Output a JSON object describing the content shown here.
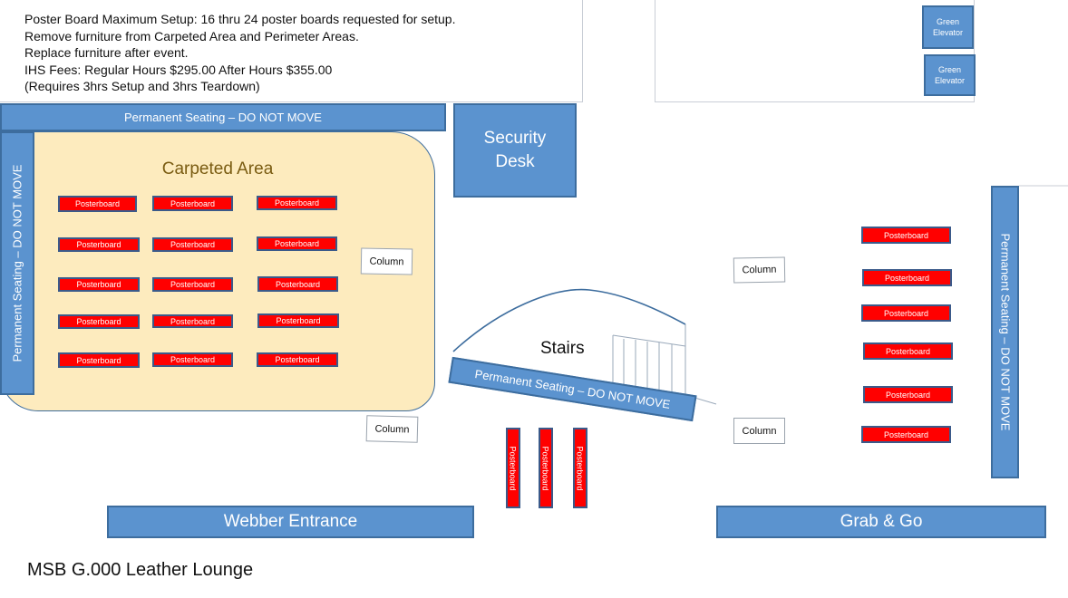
{
  "notes": [
    "Poster Board Maximum Setup: 16 thru 24 poster boards requested for setup.",
    "Remove furniture from Carpeted Area and Perimeter Areas.",
    "Replace furniture after event.",
    "IHS Fees:  Regular Hours $295.00  After Hours $355.00",
    "(Requires 3hrs Setup and 3hrs Teardown)"
  ],
  "elevators": [
    "Green Elevator",
    "Green Elevator"
  ],
  "permanent_seating_label": "Permanent Seating – DO NOT MOVE",
  "security_desk": "Security Desk",
  "carpeted_area": "Carpeted Area",
  "posterboard_label": "Posterboard",
  "column_label": "Column",
  "stairs": "Stairs",
  "webber_entrance": "Webber Entrance",
  "grab_and_go": "Grab & Go",
  "room_title": "MSB G.000 Leather Lounge",
  "colors": {
    "seating_blue": "#5b93cf",
    "posterboard_red": "#ff0000",
    "carpet": "#fdebbe"
  }
}
